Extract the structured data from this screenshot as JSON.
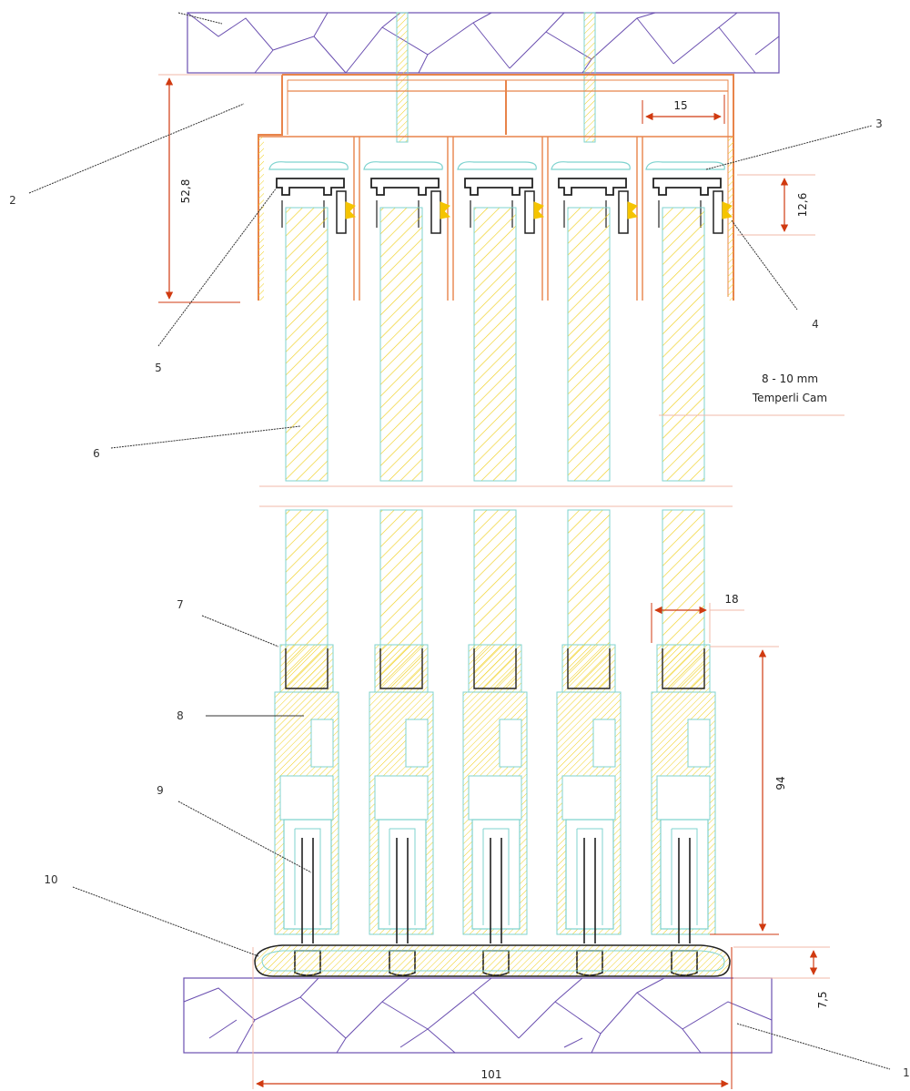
{
  "drawing": {
    "callouts": [
      "1",
      "2",
      "3",
      "4",
      "5",
      "6",
      "7",
      "8",
      "9",
      "10"
    ],
    "dimensions": {
      "top_height": "52,8",
      "top_width": "15",
      "rail_height": "12,6",
      "bottom_width": "18",
      "bottom_height": "94",
      "floor_height": "7,5",
      "total_width": "101"
    },
    "glass_note": {
      "line1": "8 - 10 mm",
      "line2": "Temperli Cam"
    },
    "panel_count": 5
  },
  "colors": {
    "stone": "#6a4fb0",
    "frame": "#e8844a",
    "hatch": "#f0d020",
    "profile": "#7fd3cf",
    "dim_arrow": "#d03a10",
    "leader": "#333333",
    "dark": "#222222"
  }
}
